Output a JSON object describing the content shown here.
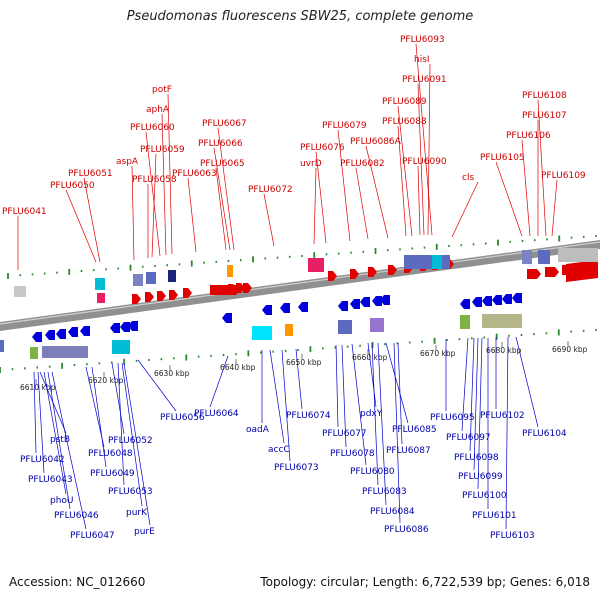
{
  "title": "Pseudomonas fluorescens SBW25, complete genome",
  "footer": {
    "accession": "Accession: NC_012660",
    "summary": "Topology: circular; Length: 6,722,539 bp; Genes: 6,018"
  },
  "colors": {
    "forward_gene": "#e00000",
    "reverse_gene": "#0000dd",
    "forward_label": "#cc0000",
    "reverse_label": "#0000aa",
    "backbone": "#909090",
    "tick": "#2a8a2a"
  },
  "scale_labels": [
    "6610 kbp",
    "6620 kbp",
    "6630 kbp",
    "6640 kbp",
    "6650 kbp",
    "6660 kbp",
    "6670 kbp",
    "6680 kbp",
    "6690 kbp"
  ],
  "forward_labels": [
    "PFLU6041",
    "PFLU6050",
    "PFLU6051",
    "aspA",
    "PFLU6058",
    "PFLU6059",
    "PFLU6060",
    "aphA",
    "potF",
    "PFLU6063",
    "PFLU6065",
    "PFLU6066",
    "PFLU6067",
    "PFLU6072",
    "uvrD",
    "PFLU6076",
    "PFLU6079",
    "PFLU6082",
    "PFLU6086A",
    "PFLU6088",
    "PFLU6089",
    "PFLU6090",
    "PFLU6091",
    "hisI",
    "PFLU6093",
    "cls",
    "PFLU6105",
    "PFLU6106",
    "PFLU6107",
    "PFLU6108",
    "PFLU6109"
  ],
  "reverse_labels": [
    "PFLU6042",
    "PFLU6043",
    "pstB",
    "phoU",
    "PFLU6046",
    "PFLU6047",
    "PFLU6048",
    "PFLU6049",
    "PFLU6052",
    "PFLU6053",
    "purK",
    "purE",
    "PFLU6056",
    "PFLU6064",
    "oadA",
    "accC",
    "PFLU6073",
    "PFLU6074",
    "PFLU6077",
    "PFLU6078",
    "PFLU6080",
    "pdxY",
    "PFLU6083",
    "PFLU6084",
    "PFLU6085",
    "PFLU6086",
    "PFLU6087",
    "PFLU6095",
    "PFLU6097",
    "PFLU6098",
    "PFLU6099",
    "PFLU6100",
    "PFLU6101",
    "PFLU6102",
    "PFLU6103",
    "PFLU6104"
  ]
}
